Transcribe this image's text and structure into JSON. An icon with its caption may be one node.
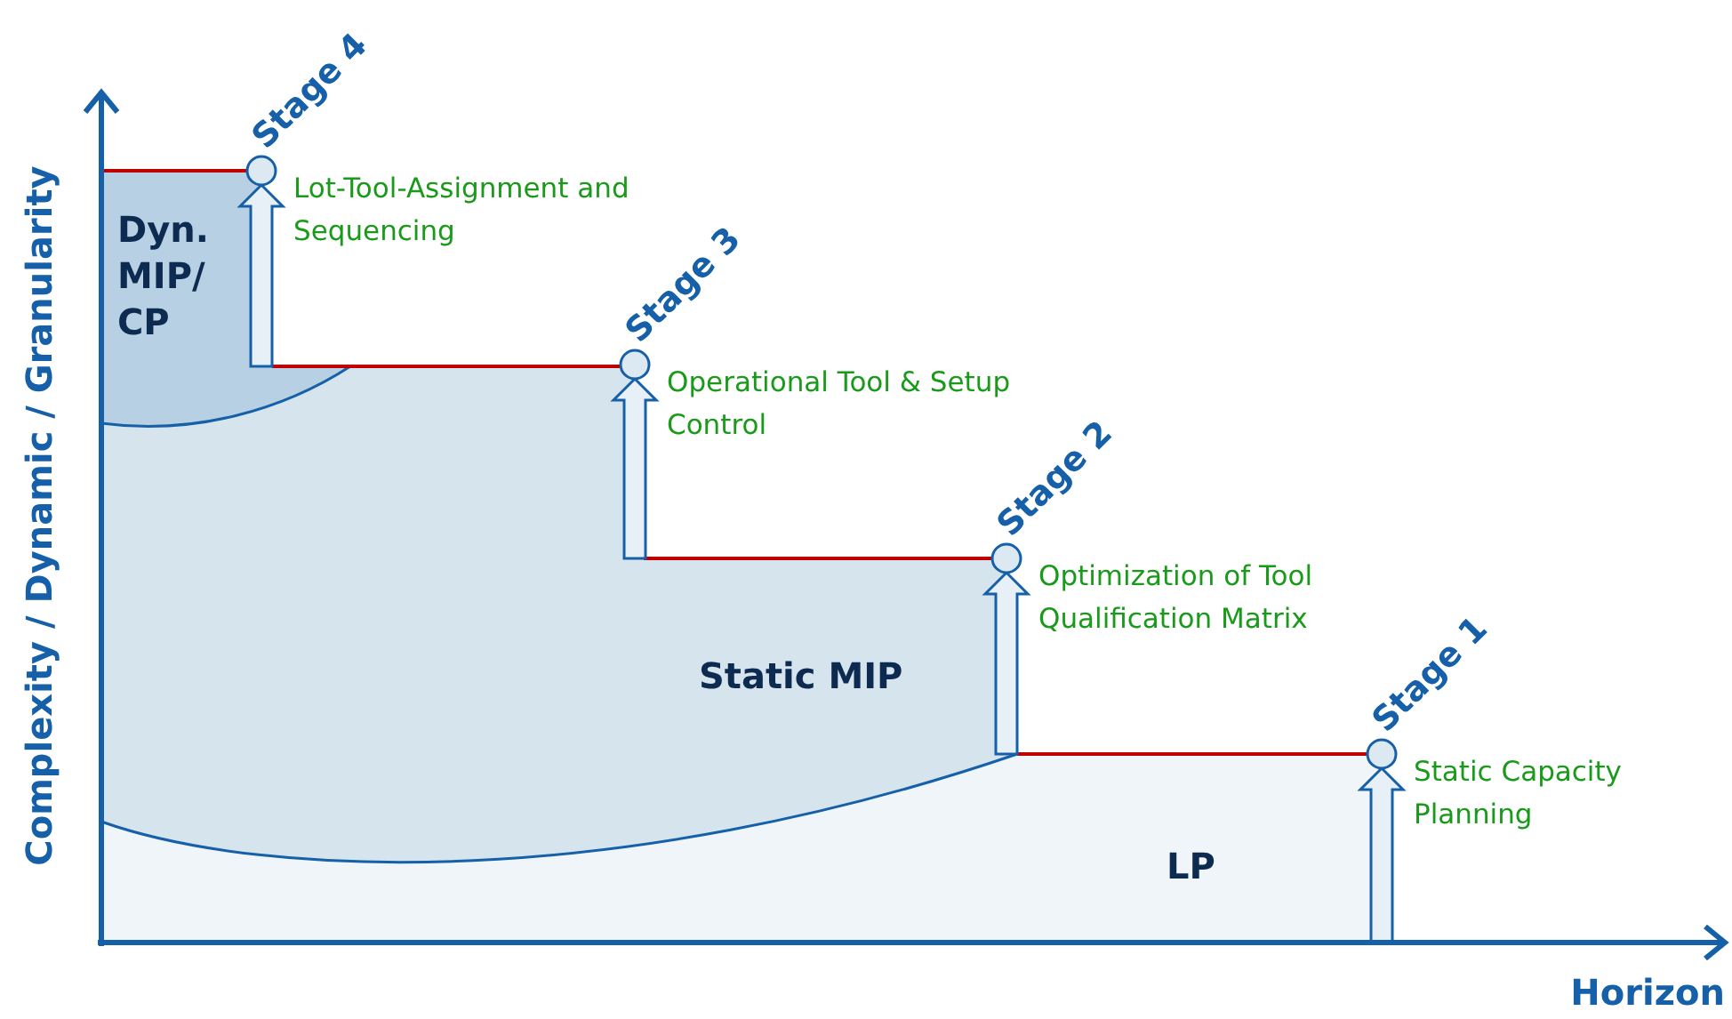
{
  "diagram": {
    "nodes": [
      {
        "text": [
          "Dyn. MIP/ CP"
        ]
      },
      {
        "text": [
          "Static MIP"
        ]
      },
      {
        "text": [
          "LP"
        ]
      },
      {
        "text": [],
        "shape": "circle",
        "beside": [
          "Stage 4"
        ]
      },
      {
        "text": [],
        "shape": "circle",
        "beside": [
          "Stage 3"
        ]
      },
      {
        "text": [],
        "shape": "circle",
        "beside": [
          "Stage 2"
        ]
      },
      {
        "text": [],
        "shape": "circle",
        "beside": [
          "Stage 1"
        ]
      }
    ],
    "edges": [
      {
        "from": null,
        "to": 3,
        "arrow": "to",
        "style": "thick"
      },
      {
        "from": null,
        "to": 4,
        "arrow": "to",
        "style": "thick"
      },
      {
        "from": null,
        "to": 5,
        "arrow": "to",
        "style": "thick"
      },
      {
        "from": null,
        "to": 6,
        "arrow": "to",
        "style": "thick"
      }
    ],
    "labels": [
      "Lot-Tool-Assignment and Sequencing",
      "Operational Tool & Setup Control",
      "Optimization of Tool Qualification Matrix",
      "Static Capacity Planning",
      "Complexity / Dynamic / Granularity",
      "Horizon"
    ]
  }
}
